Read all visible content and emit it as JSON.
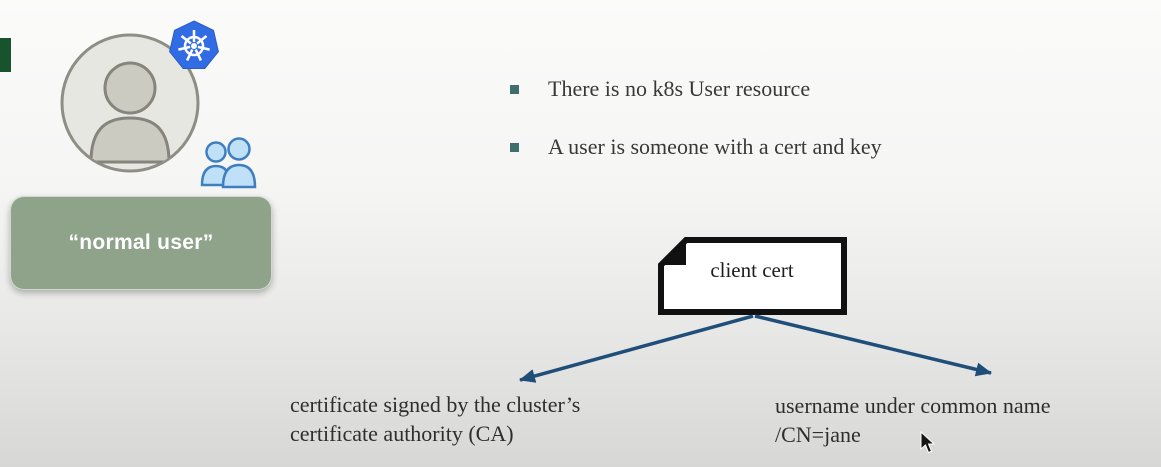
{
  "colors": {
    "bullet_square": "#3f6e6e",
    "arrow": "#1f4e79",
    "normal_user_bg": "#8ea38a",
    "kubernetes_blue": "#326ce5",
    "doc_border": "#111111",
    "accent_strip": "#17542e"
  },
  "avatar_group": {
    "avatar_icon": "user-avatar-icon",
    "kubernetes_icon": "kubernetes-logo-icon",
    "users_icon": "user-group-icon",
    "normal_user_label": "“normal user”"
  },
  "bullets": [
    {
      "text": "There is no k8s User resource"
    },
    {
      "text": "A user is someone with a cert and key"
    }
  ],
  "diagram": {
    "client_cert_label": "client cert",
    "left_caption": {
      "line1": "certificate signed by the cluster’s",
      "line2": "certificate authority (CA)"
    },
    "right_caption": {
      "line1": "username under common name",
      "line2": "/CN=jane"
    }
  }
}
